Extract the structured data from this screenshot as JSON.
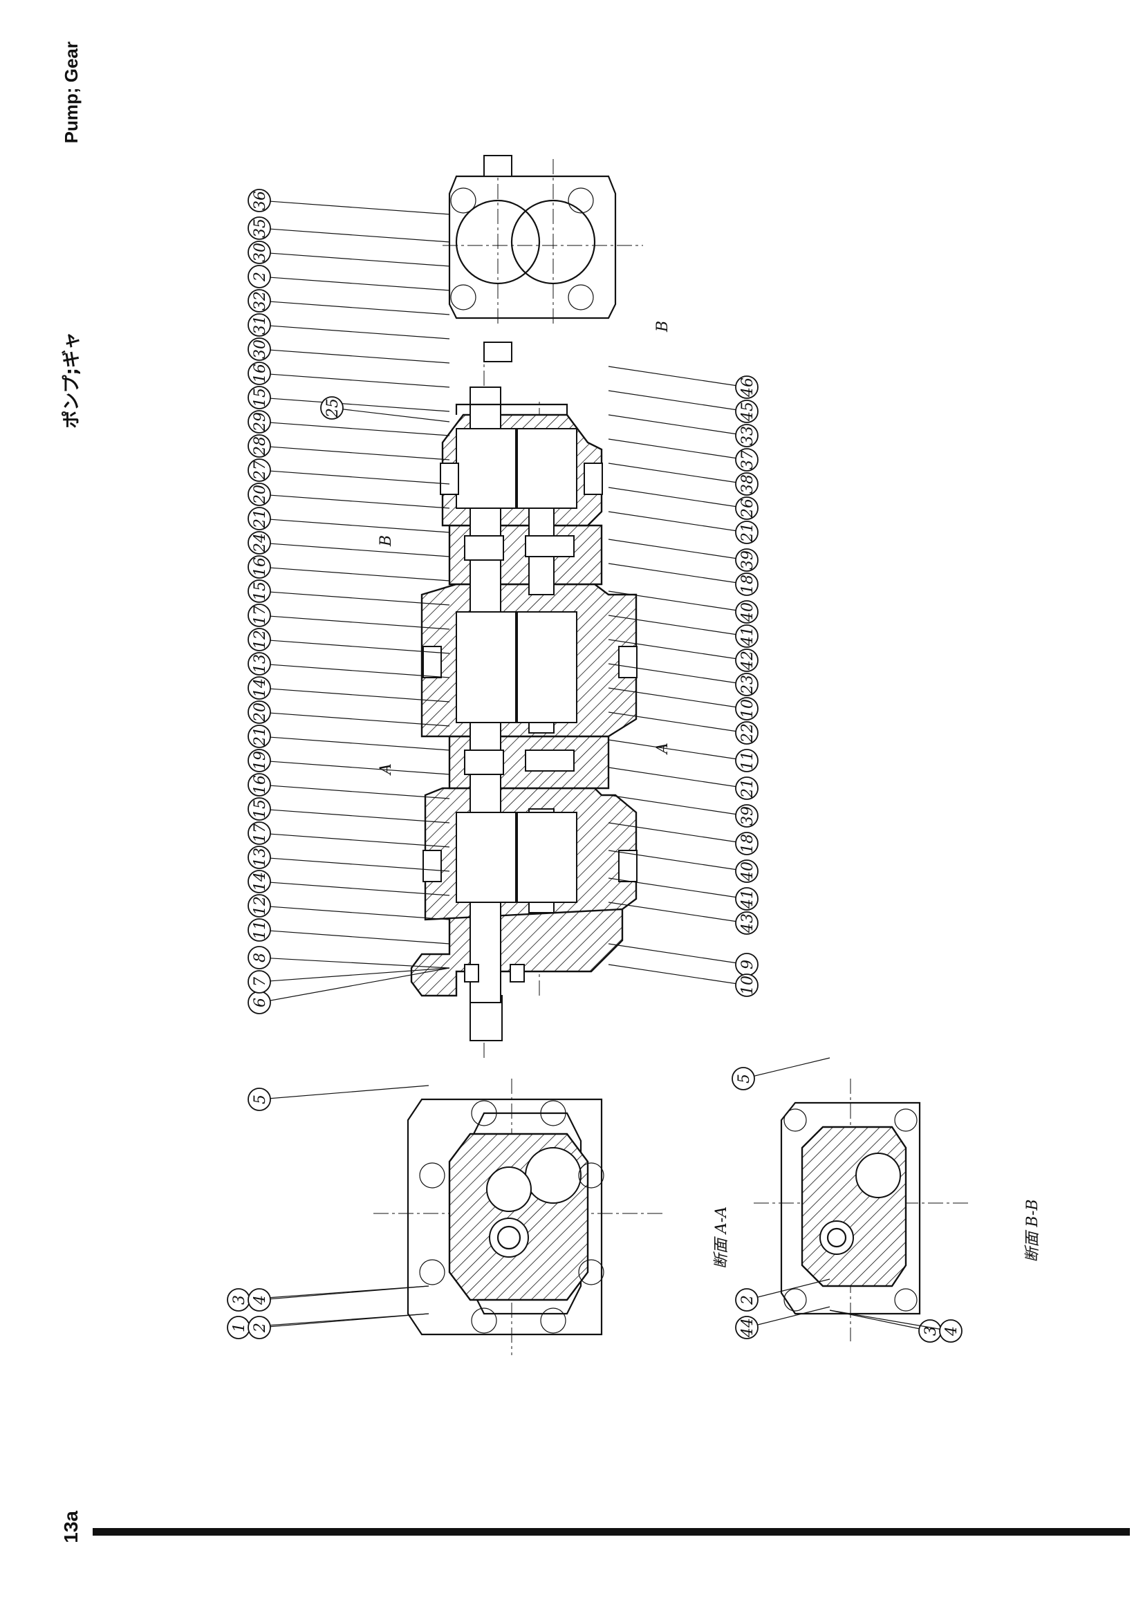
{
  "header": {
    "title_en": "Pump; Gear",
    "title_ja": "ポンプ;ギャ",
    "page_number": "13a"
  },
  "sections": {
    "section_aa": "断面 A-A",
    "section_bb": "断面 B-B",
    "cut_marks": [
      "A",
      "A",
      "B",
      "B"
    ]
  },
  "callouts": {
    "top_row": [
      "6",
      "7",
      "8",
      "11",
      "12",
      "14",
      "13",
      "17",
      "15",
      "16",
      "19",
      "21",
      "20",
      "14",
      "13",
      "12",
      "17",
      "15",
      "16",
      "24",
      "21",
      "20",
      "27",
      "28",
      "29",
      "15",
      "16",
      "30",
      "31",
      "32",
      "2",
      "30",
      "35",
      "36",
      "25"
    ],
    "bottom_row": [
      "9",
      "10",
      "43",
      "41",
      "40",
      "18",
      "39",
      "21",
      "11",
      "22",
      "10",
      "23",
      "42",
      "41",
      "40",
      "18",
      "39",
      "21",
      "26",
      "38",
      "37",
      "33",
      "45",
      "46"
    ],
    "section_aa": [
      "1",
      "2",
      "3",
      "4",
      "5"
    ],
    "section_bb": [
      "44",
      "2",
      "3",
      "4",
      "5"
    ]
  }
}
